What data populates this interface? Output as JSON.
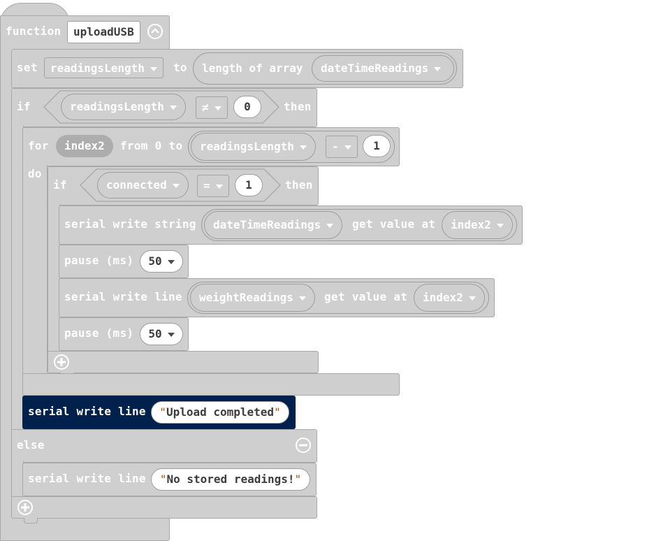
{
  "function_block": {
    "keyword": "function",
    "name": "uploadUSB"
  },
  "set_block": {
    "keyword": "set",
    "variable": "readingsLength",
    "to": "to",
    "expr_label": "length of array",
    "array": "dateTimeReadings"
  },
  "if_outer": {
    "keyword": "if",
    "left": "readingsLength",
    "operator": "≠",
    "right": "0",
    "then": "then",
    "else": "else"
  },
  "for_block": {
    "keyword": "for",
    "index": "index2",
    "from": "from 0 to",
    "left": "readingsLength",
    "operator": "-",
    "right": "1",
    "do": "do"
  },
  "if_inner": {
    "keyword": "if",
    "left": "connected",
    "operator": "=",
    "right": "1",
    "then": "then"
  },
  "write_string": {
    "label": "serial write string",
    "array": "dateTimeReadings",
    "get": "get value at",
    "index": "index2"
  },
  "pause1": {
    "label": "pause (ms)",
    "value": "50"
  },
  "write_line1": {
    "label": "serial write line",
    "array": "weightReadings",
    "get": "get value at",
    "index": "index2"
  },
  "pause2": {
    "label": "pause (ms)",
    "value": "50"
  },
  "write_line_done": {
    "label": "serial write line",
    "text": "Upload completed"
  },
  "write_line_none": {
    "label": "serial write line",
    "text": "No stored readings!"
  },
  "colors": {
    "block": "#cfcfcf",
    "selected": "#00214b",
    "outline": "#a8a8a8"
  }
}
